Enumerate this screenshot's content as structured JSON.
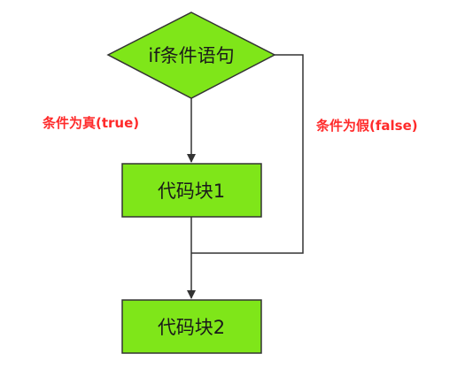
{
  "colors": {
    "node_fill": "#7fe619",
    "node_stroke": "#333333",
    "edge": "#333333",
    "label": "#ff2a2a",
    "background": "#ffffff"
  },
  "nodes": {
    "condition": "if条件语句",
    "block1": "代码块1",
    "block2": "代码块2"
  },
  "edges": {
    "true_label": "条件为真(true)",
    "false_label": "条件为假(false)"
  }
}
